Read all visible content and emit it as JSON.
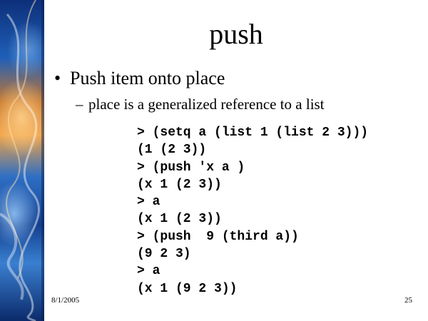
{
  "slide": {
    "title": "push",
    "bullet": {
      "marker": "•",
      "text": "Push item onto place"
    },
    "sub_bullet": {
      "marker": "–",
      "text": "place is a generalized reference to a list"
    },
    "code_lines": [
      "> (setq a (list 1 (list 2 3)))",
      "(1 (2 3))",
      "> (push 'x a )",
      "(x 1 (2 3))",
      "> a",
      "(x 1 (2 3))",
      "> (push  9 (third a))",
      "(9 2 3)",
      "> a",
      "(x 1 (9 2 3))"
    ],
    "footer": {
      "date": "8/1/2005",
      "page_number": "25"
    }
  },
  "colors": {
    "background": "#ffffff",
    "text": "#000000",
    "side_art_blue": "#1a4fa0",
    "side_art_orange": "#e8892f"
  }
}
